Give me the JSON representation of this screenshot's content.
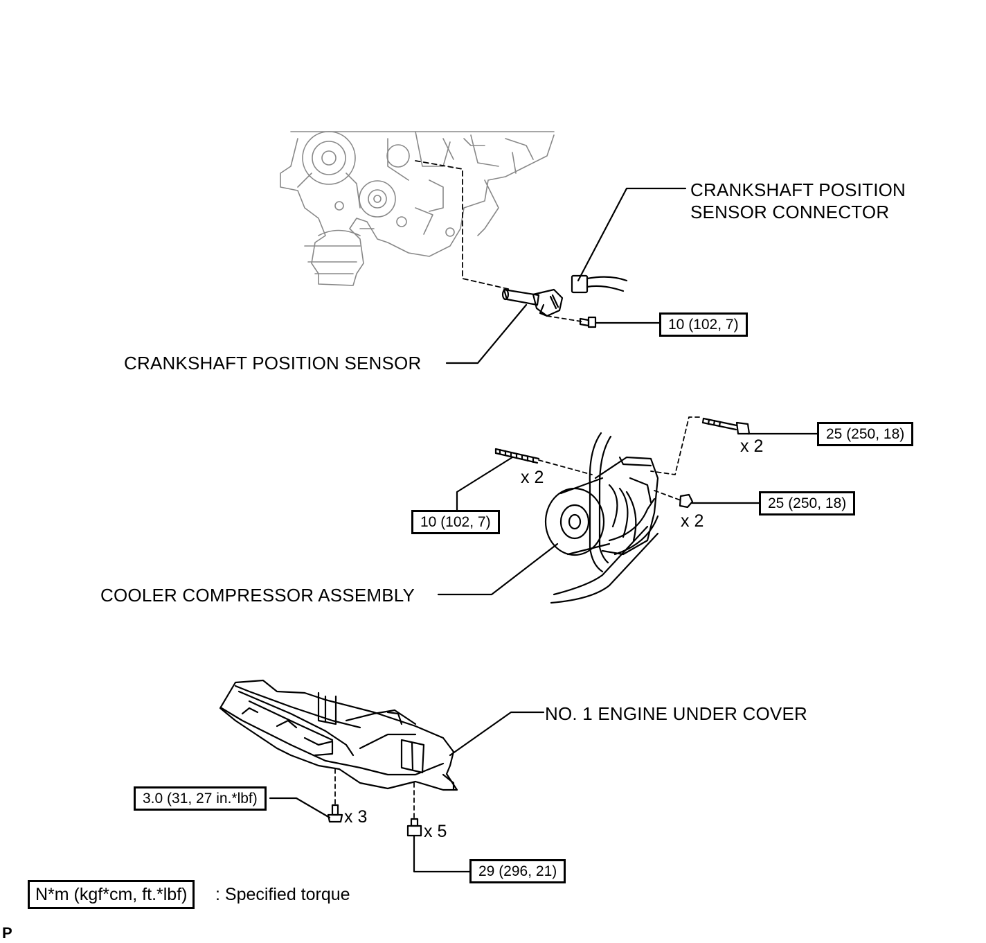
{
  "labels": {
    "crank_connector": "CRANKSHAFT POSITION\nSENSOR CONNECTOR",
    "crank_sensor": "CRANKSHAFT POSITION SENSOR",
    "compressor": "COOLER COMPRESSOR ASSEMBLY",
    "under_cover": "NO. 1 ENGINE UNDER COVER"
  },
  "torques": {
    "crank_bolt": "10 (102, 7)",
    "comp_bolt": "25 (250, 18)",
    "comp_nut": "25 (250, 18)",
    "comp_stud": "10 (102, 7)",
    "cover_small": "3.0 (31, 27 in.*lbf)",
    "cover_bolt": "29 (296, 21)"
  },
  "quantities": {
    "comp_bolt": "x 2",
    "comp_stud": "x 2",
    "comp_nut": "x 2",
    "cover_small": "x 3",
    "cover_bolt": "x 5"
  },
  "legend": {
    "unit": "N*m (kgf*cm, ft.*lbf)",
    "text": ": Specified torque"
  },
  "figure_code": "P"
}
